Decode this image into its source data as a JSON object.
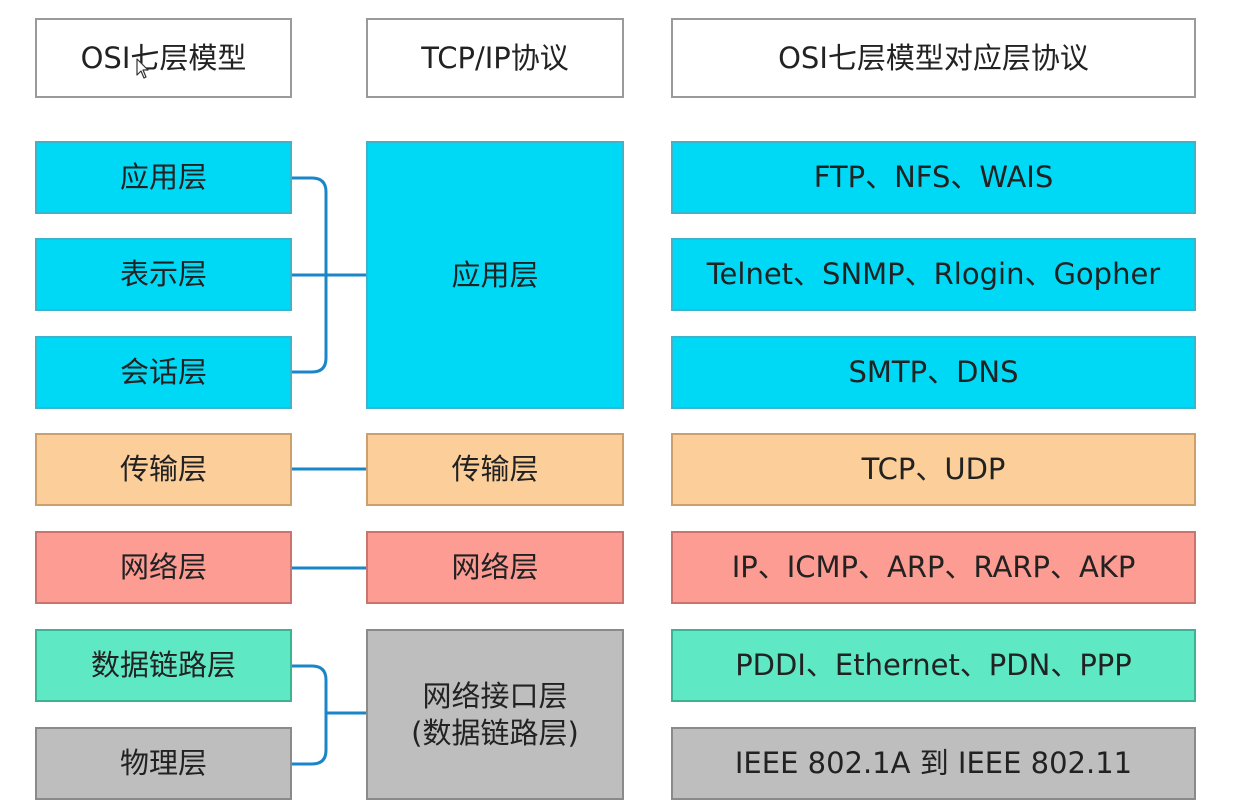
{
  "headers": {
    "osi_model": "OSI七层模型",
    "tcpip": "TCP/IP协议",
    "protocols": "OSI七层模型对应层协议"
  },
  "osi_layers": [
    {
      "label": "应用层"
    },
    {
      "label": "表示层"
    },
    {
      "label": "会话层"
    },
    {
      "label": "传输层"
    },
    {
      "label": "网络层"
    },
    {
      "label": "数据链路层"
    },
    {
      "label": "物理层"
    }
  ],
  "tcpip_layers": [
    {
      "label": "应用层"
    },
    {
      "label": "传输层"
    },
    {
      "label": "网络层"
    },
    {
      "line1": "网络接口层",
      "line2": "(数据链路层)"
    }
  ],
  "protocols": [
    "FTP、NFS、WAIS",
    "Telnet、SNMP、Rlogin、Gopher",
    "SMTP、DNS",
    "TCP、UDP",
    "IP、ICMP、ARP、RARP、AKP",
    "PDDI、Ethernet、PDN、PPP",
    "IEEE 802.1A 到 IEEE 802.11"
  ],
  "colors": {
    "application": "#00d9f6",
    "transport": "#fcce99",
    "network": "#fc9c93",
    "datalink": "#5ee8c4",
    "physical": "#bebebe",
    "connector": "#1a86c8"
  }
}
